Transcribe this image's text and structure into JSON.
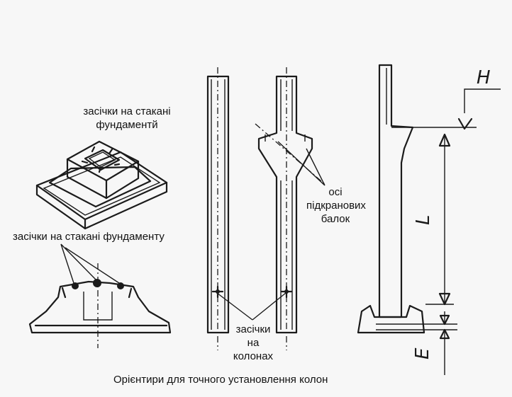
{
  "labels": {
    "foundation_marks_top": [
      "засічки на стакані",
      "фундаментй"
    ],
    "foundation_marks_bottom": "засічки на стакані фундаменту",
    "crane_beam_axes": [
      "осі",
      "підкранових",
      "балок"
    ],
    "column_marks": [
      "засічки",
      "на",
      "колонах"
    ],
    "caption": "Орієнтири для точного установлення колон",
    "dim_h": "H",
    "dim_l": "L",
    "dim_e": "E"
  }
}
